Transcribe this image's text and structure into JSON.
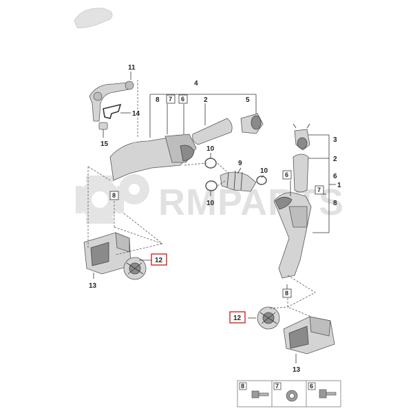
{
  "watermark": {
    "text": "RMPARTS"
  },
  "callouts": {
    "c11": "11",
    "c14": "14",
    "c15": "15",
    "c4": "4",
    "c8a": "8",
    "c7a": "7",
    "c6a": "6",
    "c2a": "2",
    "c5": "5",
    "c10a": "10",
    "c9": "9",
    "c10b": "10",
    "c10c": "10",
    "c8b": "8",
    "c12a": "12",
    "c13a": "13",
    "c3": "3",
    "c2b": "2",
    "c6b": "6",
    "c7b": "7",
    "c1": "1",
    "c8c": "8",
    "c6c": "6",
    "c8d": "8",
    "c12b": "12",
    "c13b": "13"
  },
  "legend": {
    "items": [
      "8",
      "7",
      "6"
    ]
  },
  "colors": {
    "highlight_box": "#cc0000",
    "watermark": "#c9c9c9"
  }
}
